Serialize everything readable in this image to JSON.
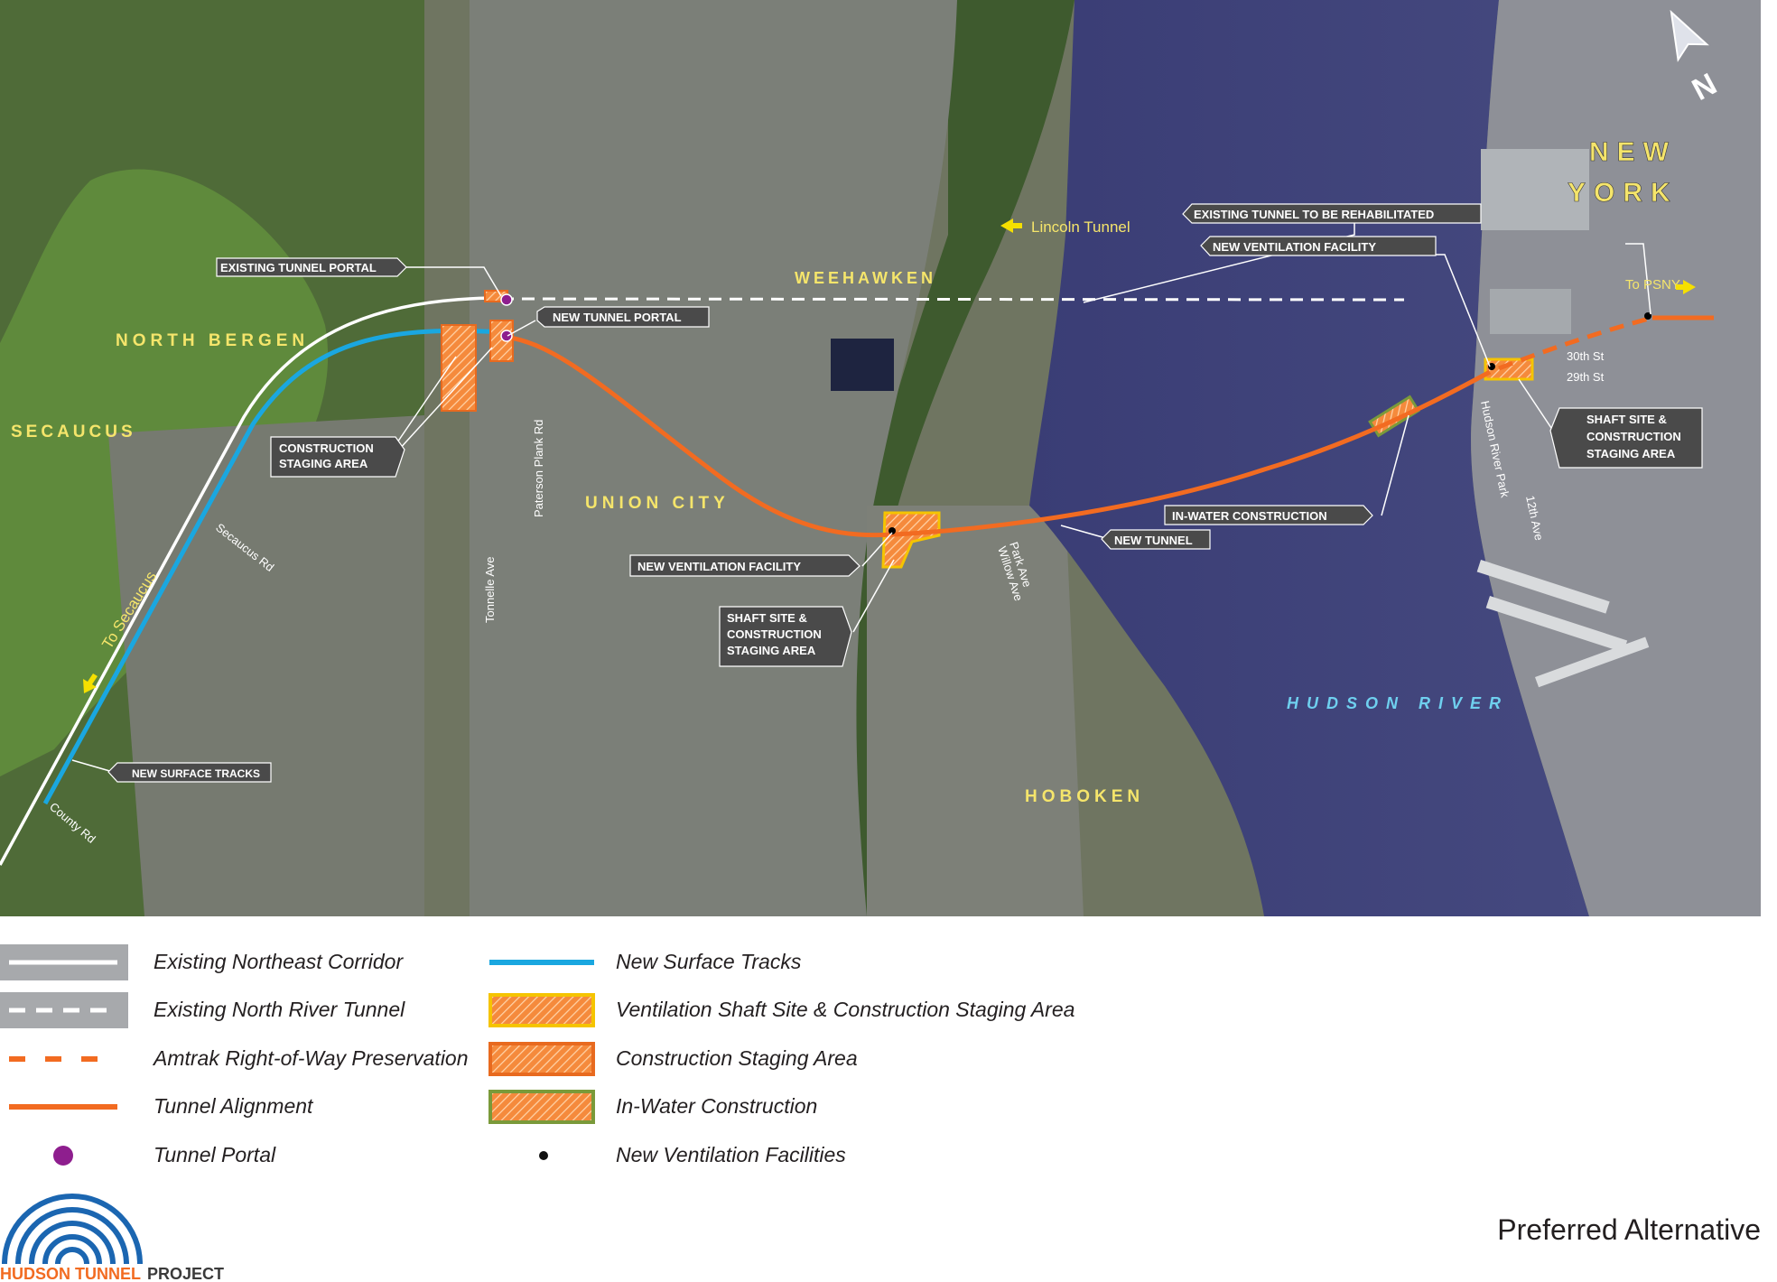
{
  "map": {
    "areas": {
      "new_york": [
        "NEW",
        "YORK"
      ],
      "weehawken": "WEEHAWKEN",
      "north_bergen": "NORTH BERGEN",
      "secaucus": "SECAUCUS",
      "union_city": "UNION CITY",
      "hoboken": "HOBOKEN",
      "hudson_river": "HUDSON RIVER"
    },
    "callouts": {
      "existing_tunnel_portal": "EXISTING TUNNEL PORTAL",
      "new_tunnel_portal": "NEW TUNNEL PORTAL",
      "construction_staging_area": [
        "CONSTRUCTION",
        "STAGING AREA"
      ],
      "existing_tunnel_rehab": "EXISTING TUNNEL TO BE REHABILITATED",
      "new_ventilation_facility_ny": "NEW VENTILATION FACILITY",
      "new_ventilation_facility_nj": "NEW VENTILATION FACILITY",
      "shaft_site_nj": [
        "SHAFT SITE &",
        "CONSTRUCTION",
        "STAGING AREA"
      ],
      "shaft_site_ny": [
        "SHAFT SITE &",
        "CONSTRUCTION",
        "STAGING AREA"
      ],
      "in_water_construction": "IN-WATER CONSTRUCTION",
      "new_tunnel": "NEW TUNNEL",
      "new_surface_tracks": "NEW SURFACE TRACKS"
    },
    "pointers": {
      "lincoln_tunnel": "Lincoln Tunnel",
      "to_psny": "To PSNY",
      "to_secaucus": "To Secaucus"
    },
    "streets": {
      "tonnelle_ave": "Tonnelle Ave",
      "paterson_plank_rd": "Paterson Plank Rd",
      "secaucus_rd": "Secaucus Rd",
      "county_rd": "County Rd",
      "willow_ave": "Willow Ave",
      "park_ave": "Park Ave",
      "hudson_river_park": "Hudson River Park",
      "twelfth_ave": "12th Ave",
      "thirtieth_st": "30th St",
      "twentyninth_st": "29th St"
    },
    "north_arrow": "N"
  },
  "legend": {
    "left": [
      {
        "name": "existing-northeast-corridor",
        "label": "Existing Northeast Corridor"
      },
      {
        "name": "existing-north-river-tunnel",
        "label": "Existing North River Tunnel"
      },
      {
        "name": "amtrak-row-preservation",
        "label": "Amtrak Right-of-Way Preservation"
      },
      {
        "name": "tunnel-alignment",
        "label": "Tunnel Alignment"
      },
      {
        "name": "tunnel-portal",
        "label": "Tunnel Portal"
      }
    ],
    "right": [
      {
        "name": "new-surface-tracks",
        "label": "New Surface Tracks"
      },
      {
        "name": "ventilation-shaft-site",
        "label": "Ventilation Shaft Site & Construction Staging Area"
      },
      {
        "name": "construction-staging-area",
        "label": "Construction Staging Area"
      },
      {
        "name": "in-water-construction",
        "label": "In-Water Construction"
      },
      {
        "name": "new-ventilation-facilities",
        "label": "New Ventilation Facilities"
      }
    ]
  },
  "logo": {
    "word1": "HUDSON TUNNEL",
    "word2": "PROJECT"
  },
  "caption": "Preferred Alternative",
  "colors": {
    "tunnel": "#f26b21",
    "surface_tracks": "#1aa7e0",
    "portal": "#8e1e8e",
    "in_water_outline": "#7a9a3a",
    "label_yellow": "#f5e56b",
    "river": "#3b3f78",
    "logo_blue": "#1b66b1",
    "logo_orange": "#f26b21"
  }
}
